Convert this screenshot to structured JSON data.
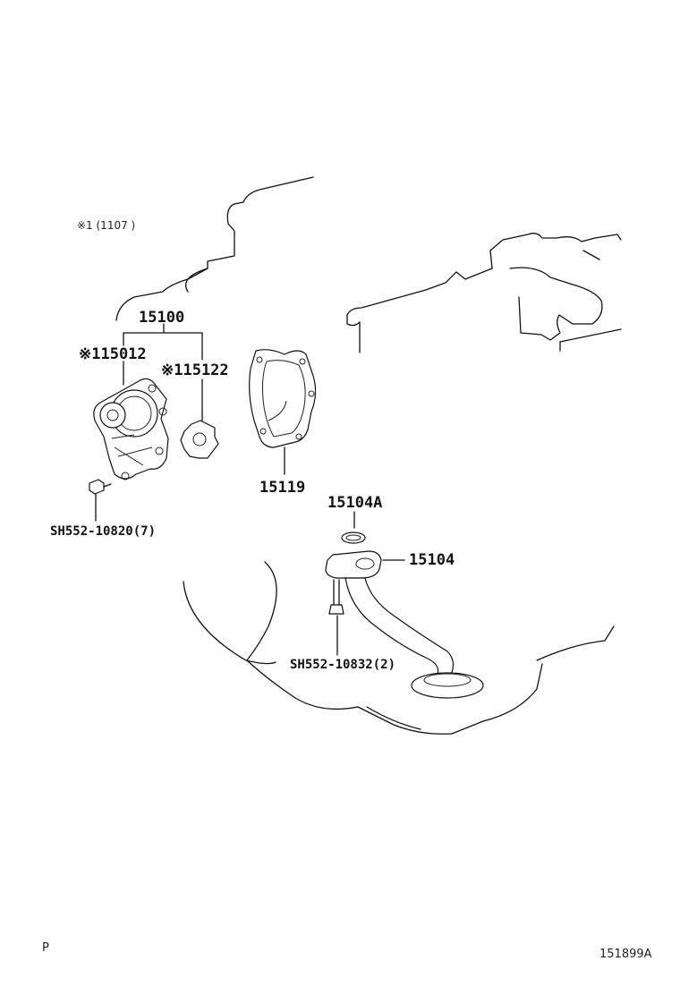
{
  "note": "※1 (1107      )",
  "labels": {
    "pump_assy": "15100",
    "pump_body": "※115012",
    "rotor": "※115122",
    "gasket": "15119",
    "oring": "15104A",
    "strainer": "15104",
    "bolt_pump": "SH552-10820(7)",
    "bolt_strainer": "SH552-10832(2)"
  },
  "footer": {
    "left": "P",
    "right": "151899A"
  }
}
